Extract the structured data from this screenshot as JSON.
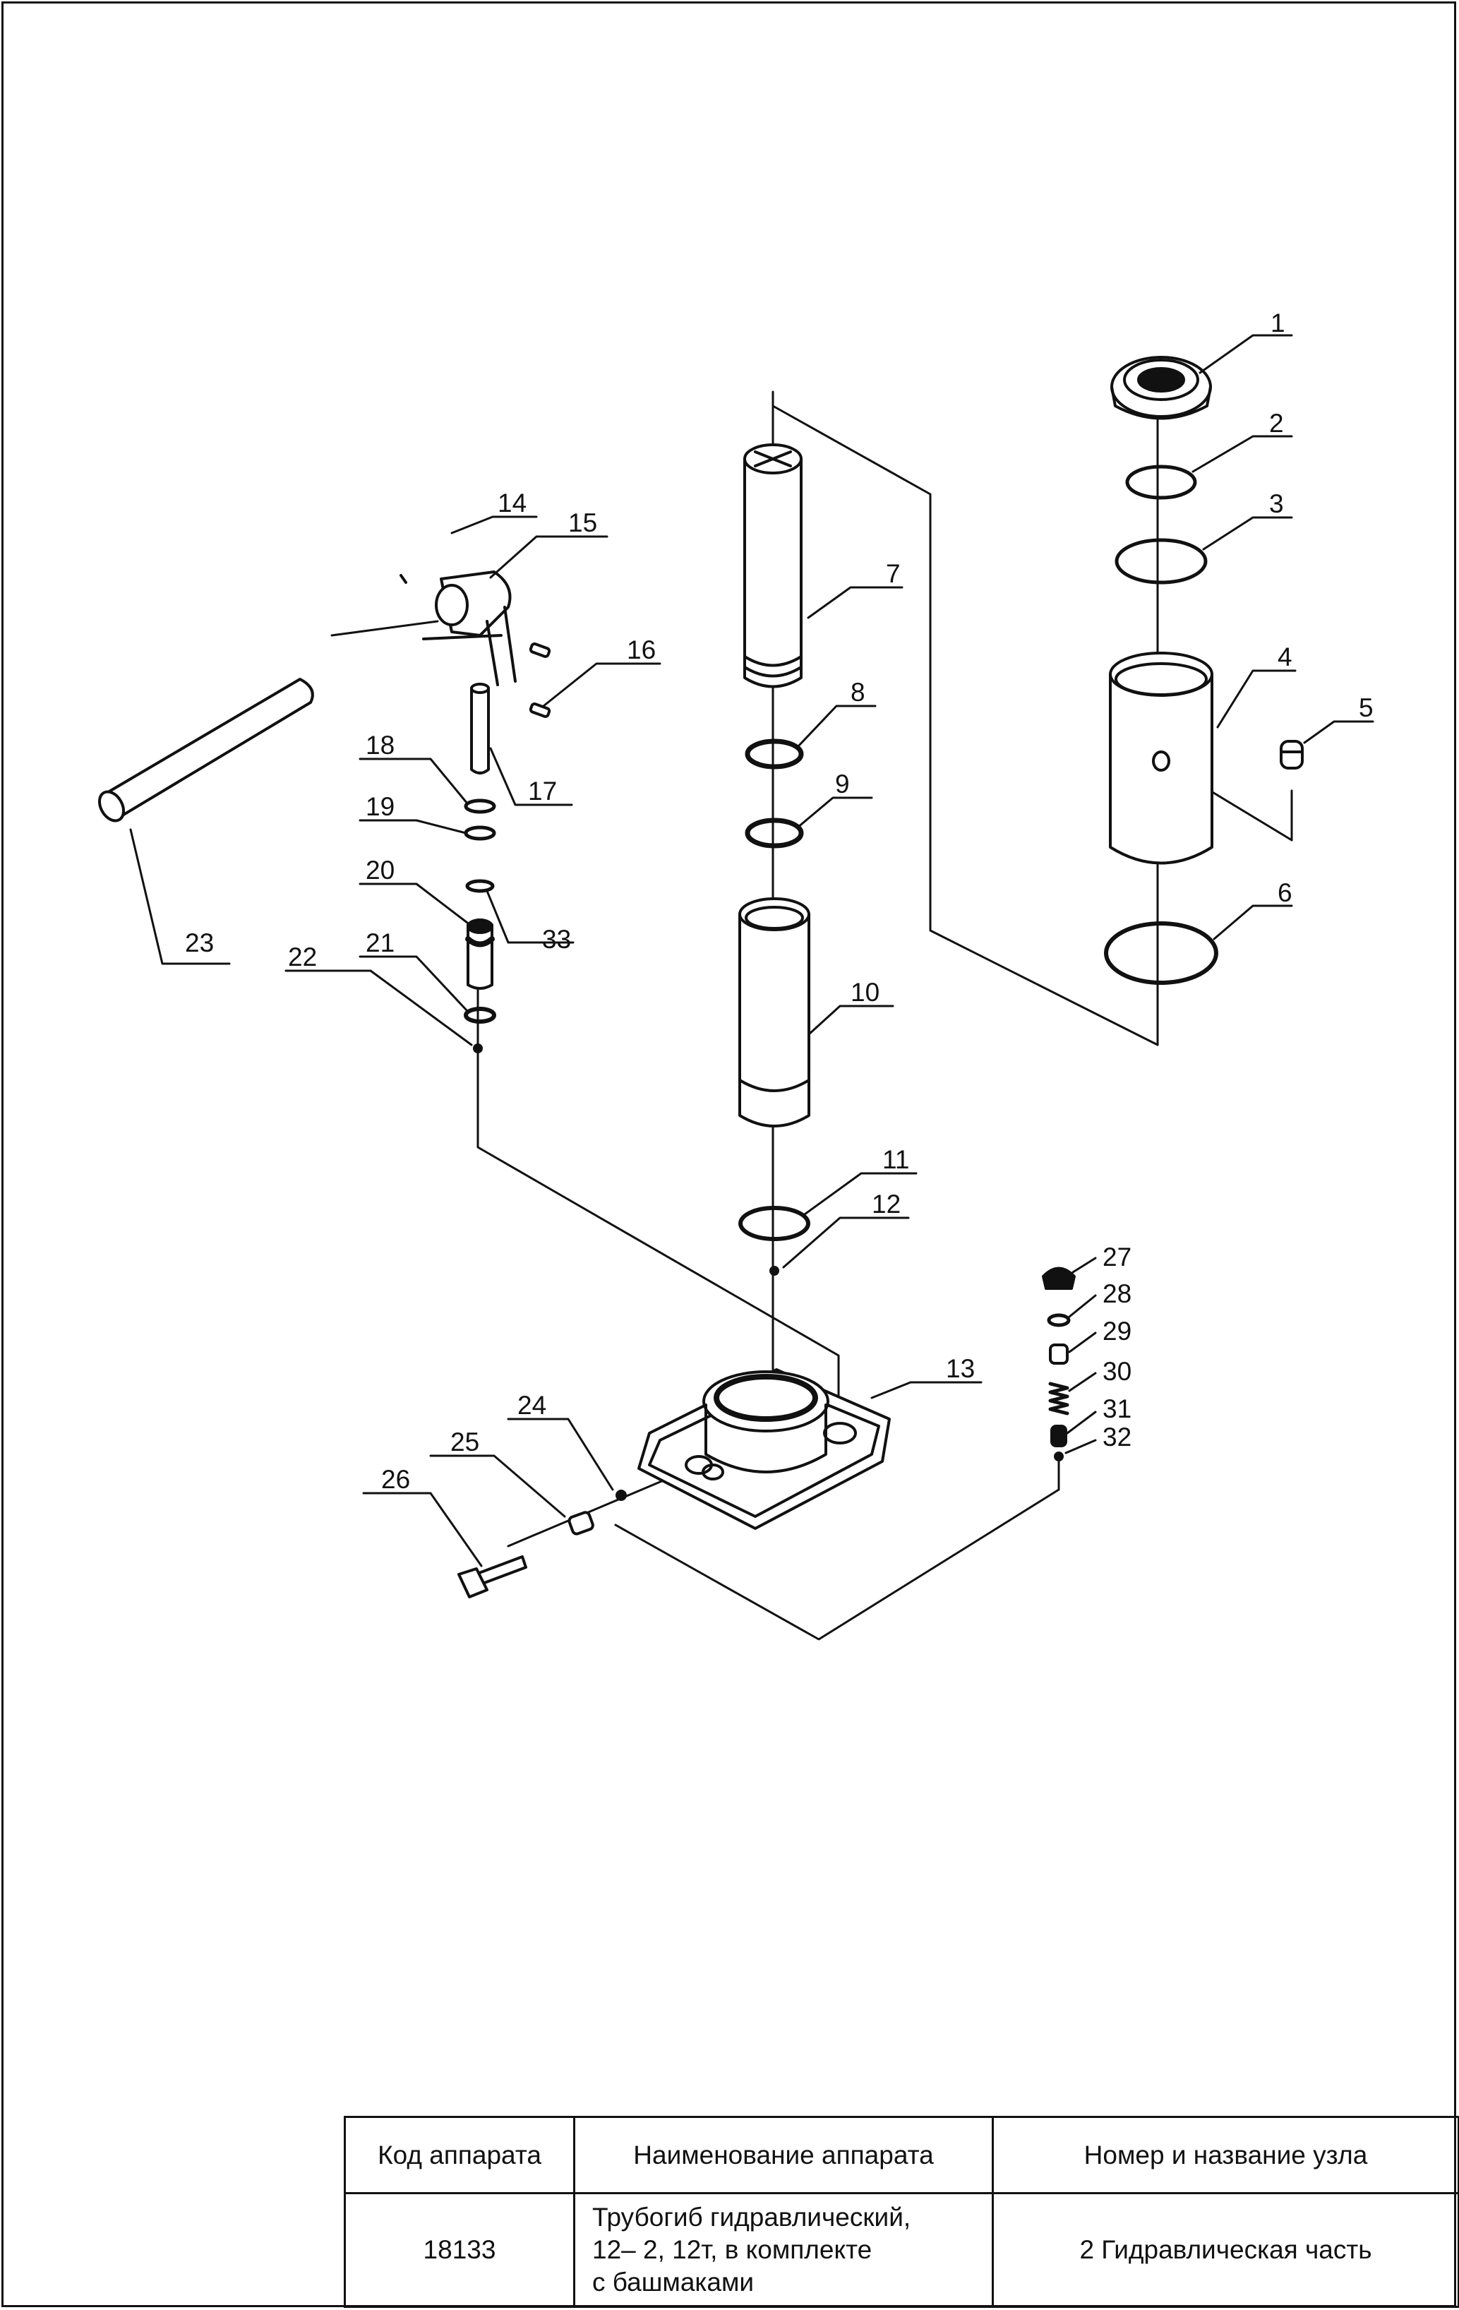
{
  "title_block": {
    "headers": [
      "Код аппарата",
      "Наименование аппарата",
      "Номер и название узла"
    ],
    "row": {
      "code": "18133",
      "name_lines": [
        "Трубогиб гидравлический,",
        "12– 2, 12т, в комплекте",
        "с башмаками"
      ],
      "assembly": "2 Гидравлическая часть"
    }
  },
  "callouts": [
    "1",
    "2",
    "3",
    "4",
    "5",
    "6",
    "7",
    "8",
    "9",
    "10",
    "11",
    "12",
    "13",
    "14",
    "15",
    "16",
    "17",
    "18",
    "19",
    "20",
    "21",
    "22",
    "23",
    "24",
    "25",
    "26",
    "27",
    "28",
    "29",
    "30",
    "31",
    "32",
    "33"
  ]
}
